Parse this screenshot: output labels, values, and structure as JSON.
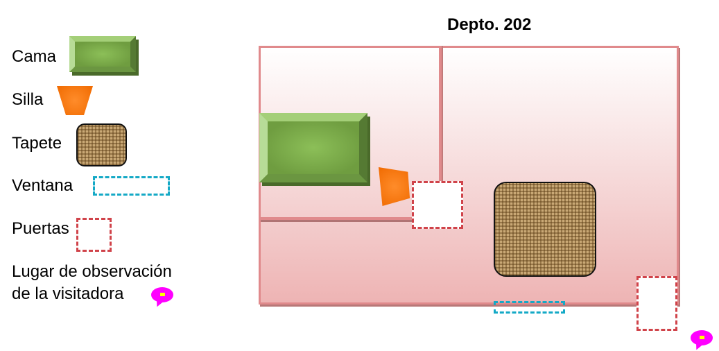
{
  "title": "Depto. 202",
  "legend": {
    "bed": "Cama",
    "chair": "Silla",
    "rug": "Tapete",
    "window": "Ventana",
    "door": "Puertas",
    "observer_line1": "Lugar de observación",
    "observer_line2": "de la visitadora"
  },
  "colors": {
    "wall": "#e08a8c",
    "floor": "#eeb4b4",
    "bed": "#6f9d40",
    "chair": "#f06a00",
    "window": "#14a9c6",
    "door": "#d0434a",
    "observer": "#ff00ff"
  }
}
